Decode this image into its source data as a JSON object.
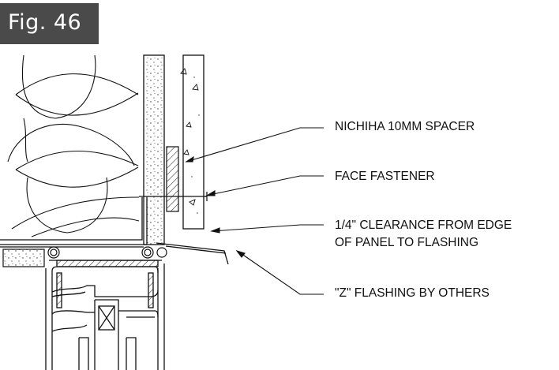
{
  "figure": {
    "label": "Fig. 46"
  },
  "callouts": {
    "spacer": "NICHIHA 10MM SPACER",
    "fastener": "FACE FASTENER",
    "clearance_line1": "1/4\" CLEARANCE FROM EDGE",
    "clearance_line2": "OF PANEL TO FLASHING",
    "flashing": "\"Z\" FLASHING BY OTHERS"
  },
  "colors": {
    "ink": "#111111",
    "badge": "#4a4a4a",
    "badge_text": "#ffffff"
  }
}
